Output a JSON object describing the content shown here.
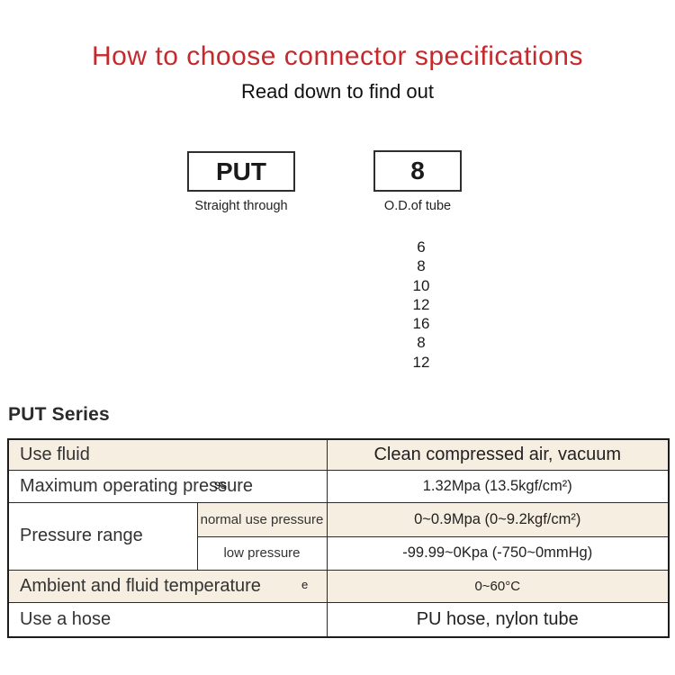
{
  "page": {
    "title": "How to choose connector specifications",
    "subtitle": "Read down to find out",
    "title_color": "#c5292c"
  },
  "model_code": {
    "prefix": {
      "code": "PUT",
      "label": "Straight through"
    },
    "size": {
      "code": "8",
      "label": "O.D.of tube"
    }
  },
  "tube_sizes": [
    "6",
    "8",
    "10",
    "12",
    "16",
    "8",
    "12"
  ],
  "series_heading": "PUT Series",
  "spec_table": {
    "accent_bg": "#f6eee0",
    "rows": [
      {
        "label": "Use fluid",
        "value": "Clean compressed air, vacuum"
      },
      {
        "label": "Maximum operating pressure",
        "value": "1.32Mpa  (13.5kgf/cm²)"
      },
      {
        "label": "Pressure range",
        "sublabel": "normal use pressure",
        "value": "0~0.9Mpa  (0~9.2kgf/cm²)"
      },
      {
        "sublabel": "low pressure",
        "value": "-99.99~0Kpa  (-750~0mmHg)"
      },
      {
        "label": "Ambient and fluid temperature",
        "value": "0~60°C"
      },
      {
        "label": "Use a hose",
        "value": "PU hose, nylon tube"
      }
    ]
  },
  "artifacts": {
    "overlap_ss": "ss",
    "stray_e": "e"
  }
}
